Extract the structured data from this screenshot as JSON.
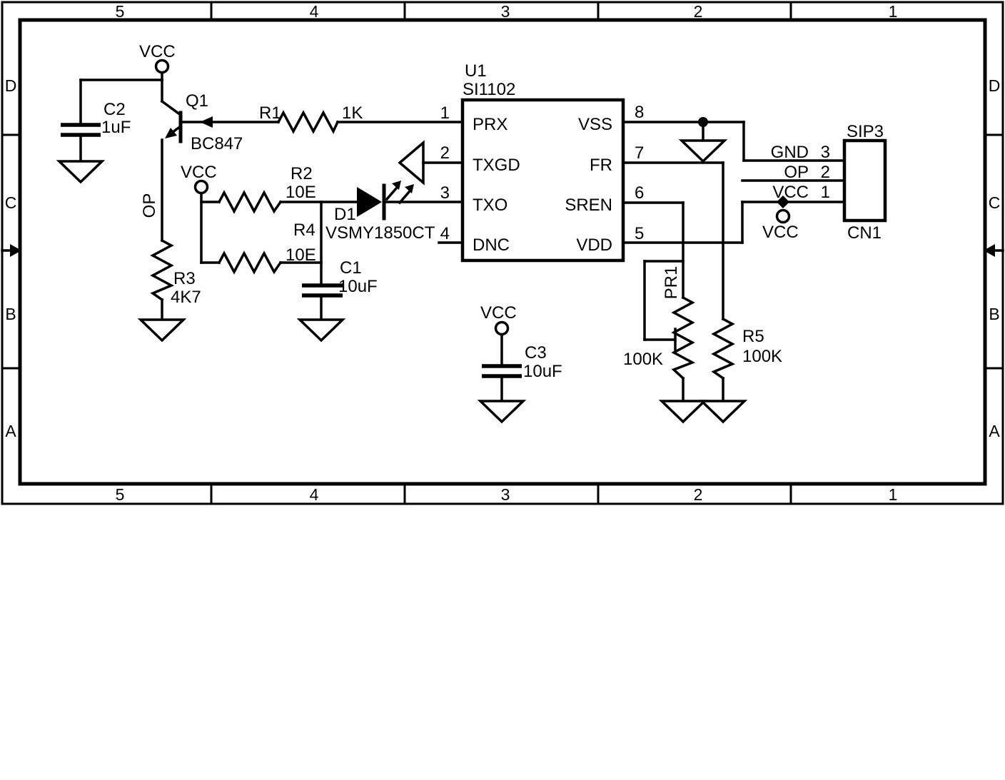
{
  "frame": {
    "columns": [
      "5",
      "4",
      "3",
      "2",
      "1"
    ],
    "rows": [
      "D",
      "C",
      "B",
      "A"
    ]
  },
  "power": {
    "vcc": "VCC",
    "op": "OP"
  },
  "components": {
    "q1": {
      "ref": "Q1",
      "value": "BC847"
    },
    "c2": {
      "ref": "C2",
      "value": "1uF"
    },
    "r1": {
      "ref": "R1",
      "value": "1K"
    },
    "r2": {
      "ref": "R2",
      "value": "10E"
    },
    "r3": {
      "ref": "R3",
      "value": "4K7"
    },
    "r4": {
      "ref": "R4",
      "value": "10E"
    },
    "r5": {
      "ref": "R5",
      "value": "100K"
    },
    "pr1": {
      "ref": "PR1",
      "value": "100K"
    },
    "c1": {
      "ref": "C1",
      "value": "10uF"
    },
    "c3": {
      "ref": "C3",
      "value": "10uF"
    },
    "d1": {
      "ref": "D1",
      "value": "VSMY1850CT"
    },
    "u1": {
      "ref": "U1",
      "part": "SI1102",
      "pins_left": [
        {
          "num": "1",
          "name": "PRX"
        },
        {
          "num": "2",
          "name": "TXGD"
        },
        {
          "num": "3",
          "name": "TXO"
        },
        {
          "num": "4",
          "name": "DNC"
        }
      ],
      "pins_right": [
        {
          "num": "8",
          "name": "VSS"
        },
        {
          "num": "7",
          "name": "FR"
        },
        {
          "num": "6",
          "name": "SREN"
        },
        {
          "num": "5",
          "name": "VDD"
        }
      ]
    },
    "cn1": {
      "ref": "CN1",
      "type": "SIP3",
      "pins": [
        {
          "num": "3",
          "name": "GND"
        },
        {
          "num": "2",
          "name": "OP"
        },
        {
          "num": "1",
          "name": "VCC"
        }
      ]
    }
  }
}
